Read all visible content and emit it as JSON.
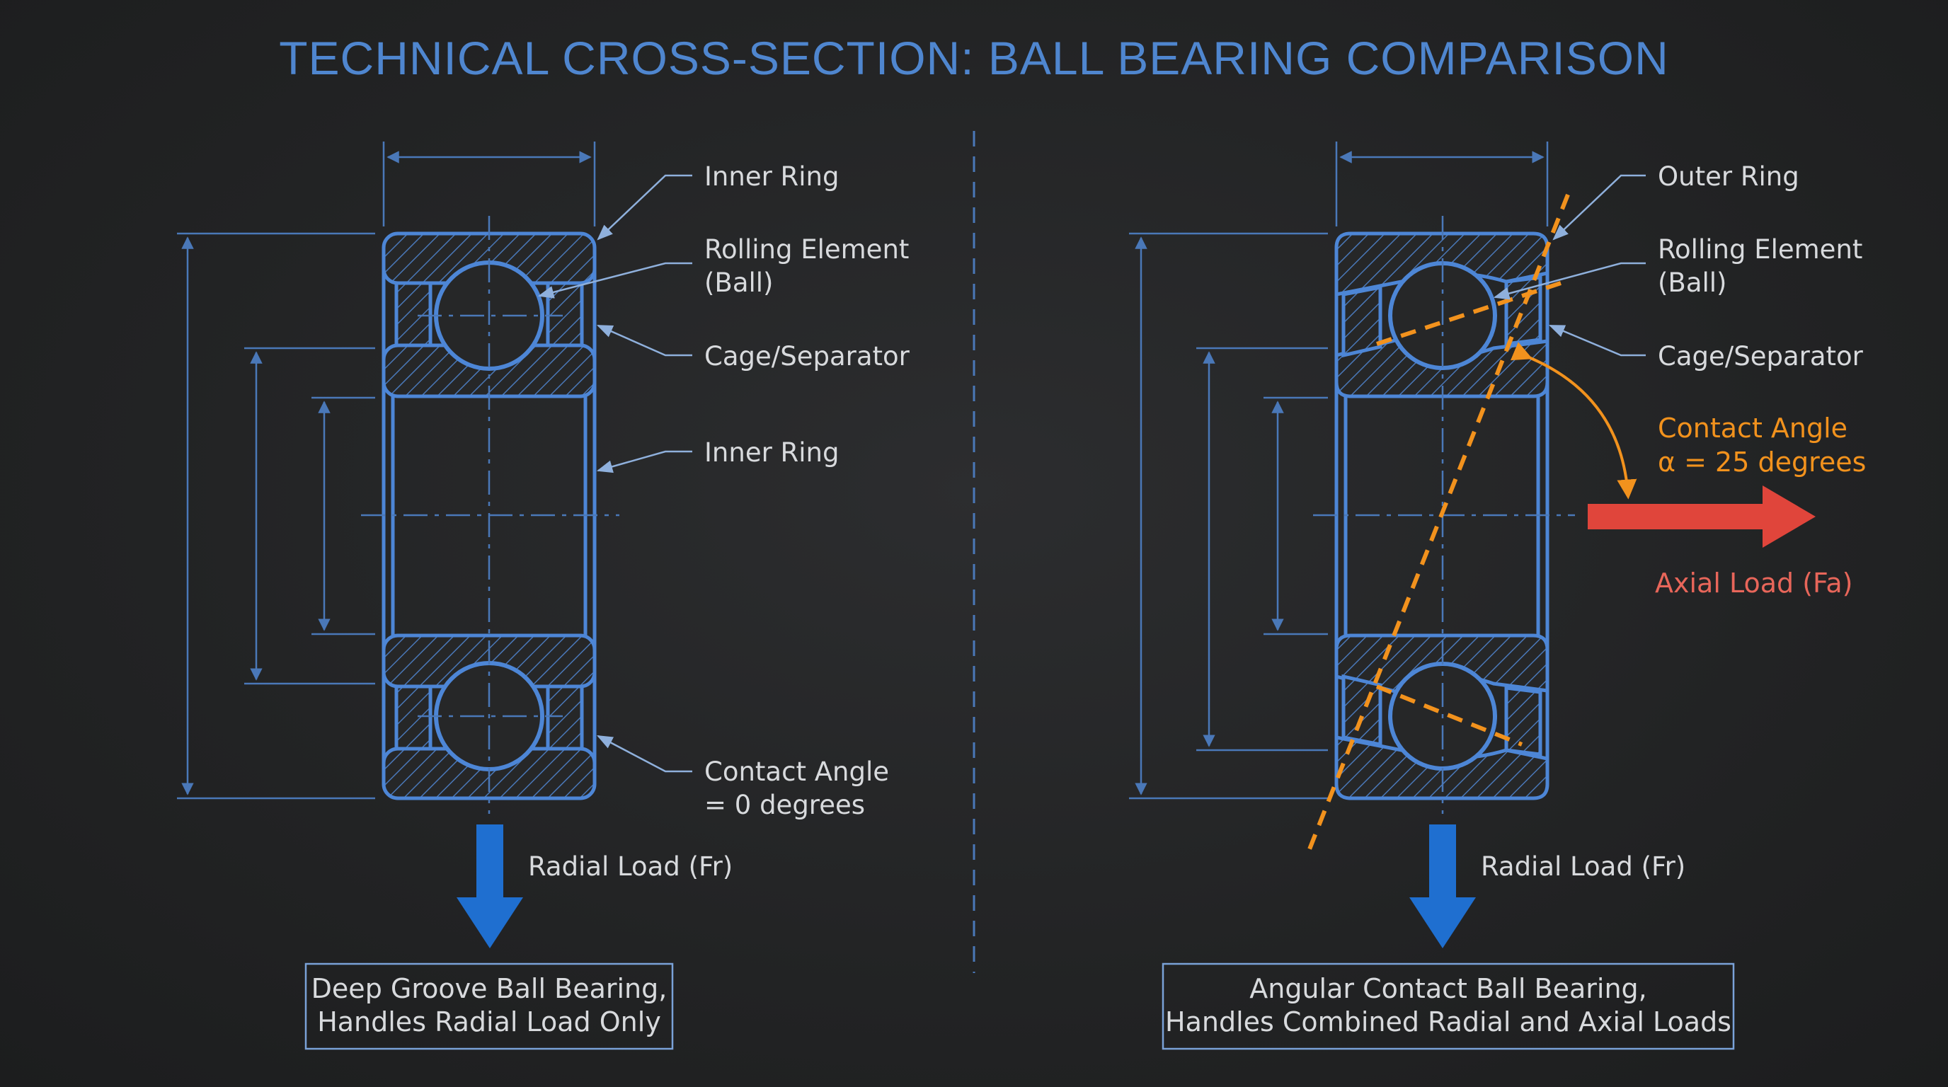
{
  "title": "TECHNICAL CROSS-SECTION: BALL BEARING COMPARISON",
  "colors": {
    "background": "#232425",
    "blueprint_blue": "#4d86d6",
    "load_arrow_blue": "#1f6fd0",
    "contact_orange": "#f2921d",
    "axial_red": "#e0453b"
  },
  "left": {
    "labels": {
      "inner_ring_top": "Inner Ring",
      "rolling_element_1": "Rolling Element",
      "rolling_element_2": "(Ball)",
      "cage": "Cage/Separator",
      "inner_ring_mid": "Inner Ring",
      "contact_angle_1": "Contact Angle",
      "contact_angle_2": "= 0 degrees",
      "radial_load": "Radial Load (Fr)"
    },
    "caption_1": "Deep Groove Ball Bearing,",
    "caption_2": "Handles Radial Load Only",
    "contact_angle_deg": 0
  },
  "right": {
    "labels": {
      "outer_ring": "Outer Ring",
      "rolling_element_1": "Rolling Element",
      "rolling_element_2": "(Ball)",
      "cage": "Cage/Separator",
      "contact_angle_1": "Contact Angle",
      "contact_angle_2": "α = 25 degrees",
      "axial_load": "Axial Load (Fa)",
      "radial_load": "Radial Load (Fr)"
    },
    "caption_1": "Angular Contact Ball Bearing,",
    "caption_2": "Handles Combined Radial and Axial Loads",
    "contact_angle_deg": 25
  }
}
